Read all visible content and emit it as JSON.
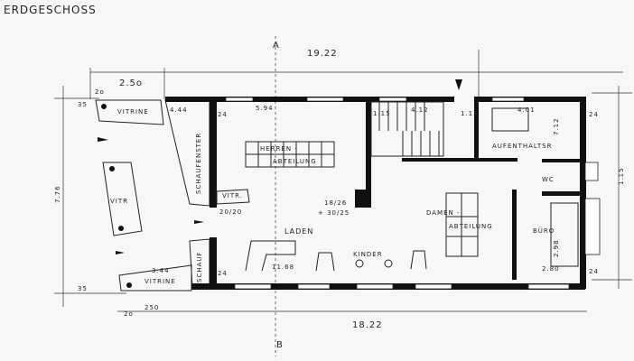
{
  "title": "ERDGESCHOSS",
  "section_marks": {
    "top": "A",
    "bottom": "B"
  },
  "dimensions": {
    "overall_top": "19.22",
    "overall_bottom": "18.22",
    "vitrine_top_width": "2.5o",
    "vitrine_bottom_width": "250",
    "offset_top": "2o",
    "offset_bottom": "2o",
    "depth_top": "35",
    "depth_bottom": "35",
    "left_depth": "7.76",
    "right_depth": "1.15",
    "schaufenster_top": "4.44",
    "schaufenster_bottom": "3.44",
    "herren_width": "5.94",
    "stair_width": "4.12",
    "aufenthalt_width": "4.01",
    "aufenthalt_depth": "7.12",
    "door_left": "1.15",
    "door_right": "1.13",
    "laden_length": "11.68",
    "buero_depth": "2.98",
    "buero_width": "2.80",
    "wall_24": "24",
    "column_a": "20/20",
    "column_b": "18/26",
    "column_c": "+ 30/25"
  },
  "rooms": {
    "vitrine_top": "VITRINE",
    "vitrine_mid": "VITR",
    "vitrine_bottom": "VITRINE",
    "vitrine_small": "VITR.",
    "schaufenster": "SCHAUFENSTER",
    "schauf": "SCHAUF",
    "herren_1": "HERREN -",
    "herren_2": "ABTEILUNG",
    "damen_1": "DAMEN -",
    "damen_2": "ABTEILUNG",
    "laden": "LADEN",
    "kinder": "KINDER",
    "aufenthalt": "AUFENTHALTSR",
    "wc": "WC",
    "buero": "BÜRO"
  }
}
